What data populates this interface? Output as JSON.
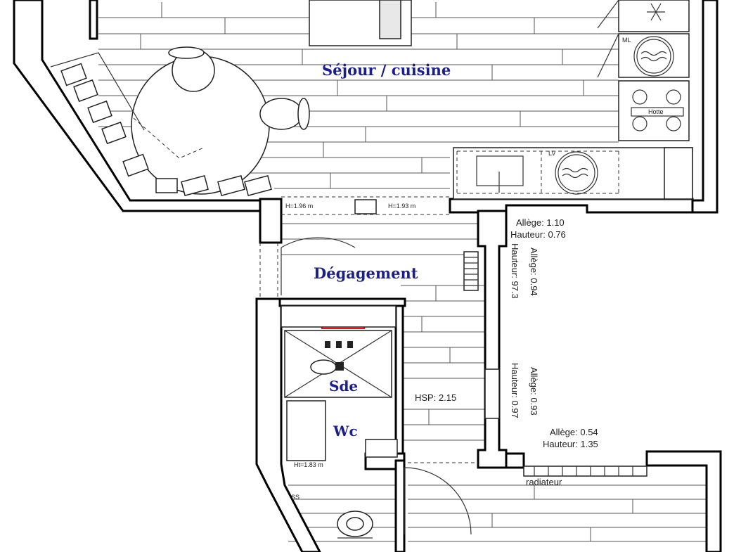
{
  "rooms": {
    "sejour": "Séjour / cuisine",
    "degagement": "Dégagement",
    "sde": "Sde",
    "wc": "Wc"
  },
  "window_notes": {
    "w1_allege": "Allège: 1.10",
    "w1_hauteur": "Hauteur: 0.76",
    "w2_allege": "Allège: 0.94",
    "w2_hauteur": "Hauteur: 97.3",
    "w3_allege": "Allège: 0.93",
    "w3_hauteur": "Hauteur: 0.97",
    "w4_allege": "Allège: 0.54",
    "w4_hauteur": "Hauteur: 1.35"
  },
  "heights": {
    "h1": "H=1.96 m",
    "h2": "H=1.93 m",
    "hsp": "HSP: 2.15",
    "h_wc": "Ht=1.83 m"
  },
  "appliances": {
    "ml": "ML",
    "lv": "LV",
    "hotte": "Hotte",
    "radiateur": "radiateur",
    "ss": "SS"
  },
  "icons": [
    "snowflake-icon",
    "washing-machine-icon",
    "hob-icon",
    "sink-icon",
    "dishwasher-icon",
    "shower-icon",
    "toilet-icon",
    "electric-panel-icon"
  ]
}
